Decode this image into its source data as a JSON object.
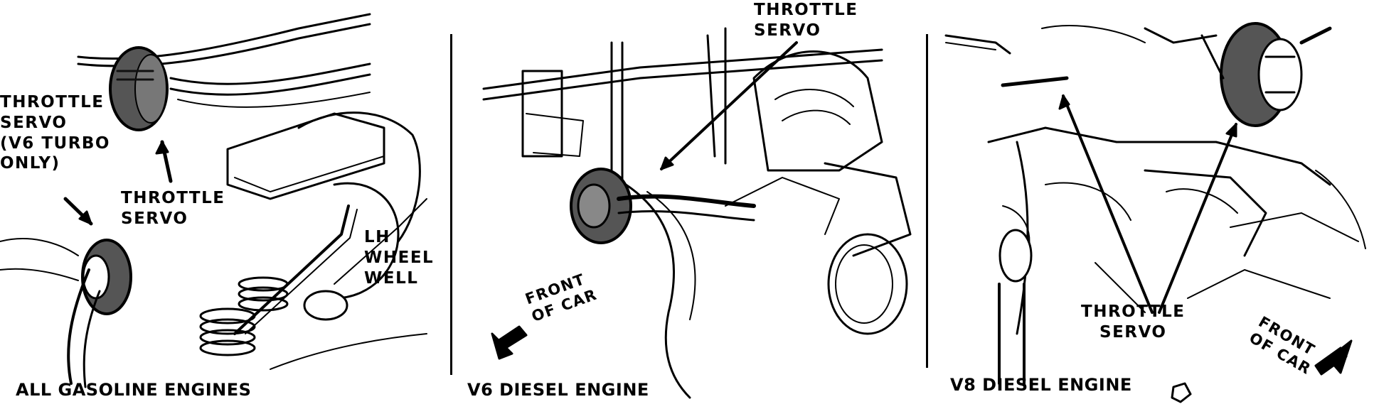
{
  "panels": [
    {
      "caption": "ALL GASOLINE ENGINES",
      "labels": {
        "throttle_servo_v6turbo": [
          "THROTTLE",
          "SERVO",
          "(V6 TURBO",
          "ONLY)"
        ],
        "throttle_servo": [
          "THROTTLE",
          "SERVO"
        ],
        "lh_wheel_well": [
          "LH",
          "WHEEL",
          "WELL"
        ]
      }
    },
    {
      "caption": "V6 DIESEL ENGINE",
      "labels": {
        "throttle_servo": [
          "THROTTLE",
          "SERVO"
        ],
        "front_of_car": [
          "FRONT",
          "OF CAR"
        ]
      }
    },
    {
      "caption": "V8 DIESEL ENGINE",
      "labels": {
        "throttle_servo": [
          "THROTTLE",
          "SERVO"
        ],
        "front_of_car": [
          "FRONT",
          "OF CAR"
        ]
      }
    }
  ]
}
